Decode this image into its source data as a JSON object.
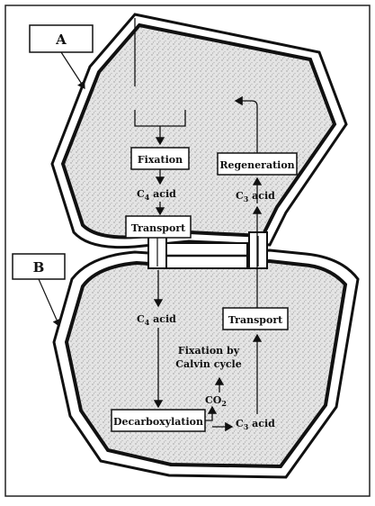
{
  "labels": {
    "A": "A",
    "B": "B"
  },
  "mesophyll": {
    "fixation": "Fixation",
    "c4_acid": "C",
    "c4_sub": "4",
    "c4_suffix": " acid",
    "transport": "Transport",
    "regeneration": "Regeneration",
    "c3_acid": "C",
    "c3_sub": "3",
    "c3_suffix": " acid"
  },
  "bundle_sheath": {
    "c4_acid": "C",
    "c4_sub": "4",
    "c4_suffix": " acid",
    "transport": "Transport",
    "fixation_line1": "Fixation by",
    "fixation_line2": "Calvin cycle",
    "co2": "CO",
    "co2_sub": "2",
    "decarboxylation": "Decarboxylation",
    "c3_acid": "C",
    "c3_sub": "3",
    "c3_suffix": " acid"
  },
  "colors": {
    "ink": "#111111",
    "cell_fill": "#d9d9d9",
    "box_fill": "#ffffff",
    "frame": "#222222"
  }
}
